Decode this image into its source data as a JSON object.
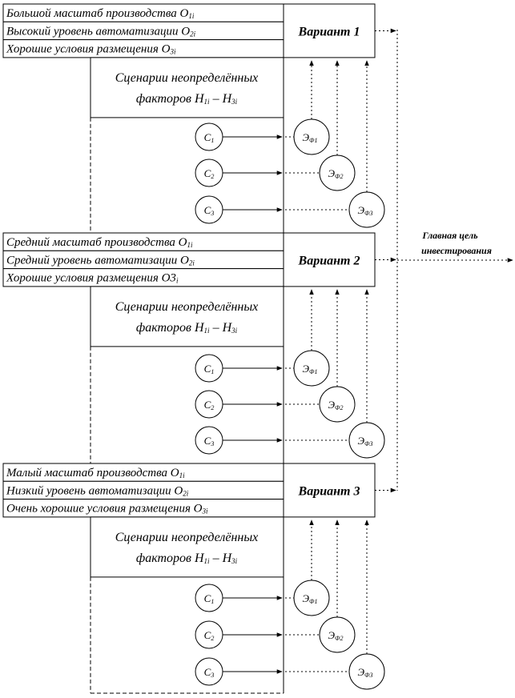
{
  "variants": [
    {
      "title": "Вариант 1",
      "attributes": [
        {
          "text": "Большой масштаб производства O",
          "sub": "1i"
        },
        {
          "text": "Высокий уровень автоматизации O",
          "sub": "2i"
        },
        {
          "text": "Хорошие условия размещения O",
          "sub": "3i"
        }
      ]
    },
    {
      "title": "Вариант 2",
      "attributes": [
        {
          "text": "Средний масштаб производства O",
          "sub": "1i"
        },
        {
          "text": "Средний уровень автоматизации O",
          "sub": "2i"
        },
        {
          "text": "Хорошие условия размещения O3",
          "sub": "i"
        }
      ]
    },
    {
      "title": "Вариант 3",
      "attributes": [
        {
          "text": "Малый масштаб производства O",
          "sub": "1i"
        },
        {
          "text": "Низкий уровень автоматизации O",
          "sub": "2i"
        },
        {
          "text": "Очень хорошие условия размещения O",
          "sub": "3i"
        }
      ]
    }
  ],
  "scenario_box": {
    "line1": "Сценарии неопределённых",
    "line2_prefix": "факторов H",
    "line2_sub1": "1i",
    "line2_dash": " – H",
    "line2_sub2": "3i"
  },
  "scenario_nodes": [
    {
      "main": "C",
      "sub": "1"
    },
    {
      "main": "C",
      "sub": "2"
    },
    {
      "main": "C",
      "sub": "3"
    }
  ],
  "effect_nodes": [
    {
      "main": "Э",
      "sub": "Ф1"
    },
    {
      "main": "Э",
      "sub": "Ф2"
    },
    {
      "main": "Э",
      "sub": "Ф3"
    }
  ],
  "goal": {
    "line1": "Главная цель",
    "line2": "инвестирования"
  }
}
